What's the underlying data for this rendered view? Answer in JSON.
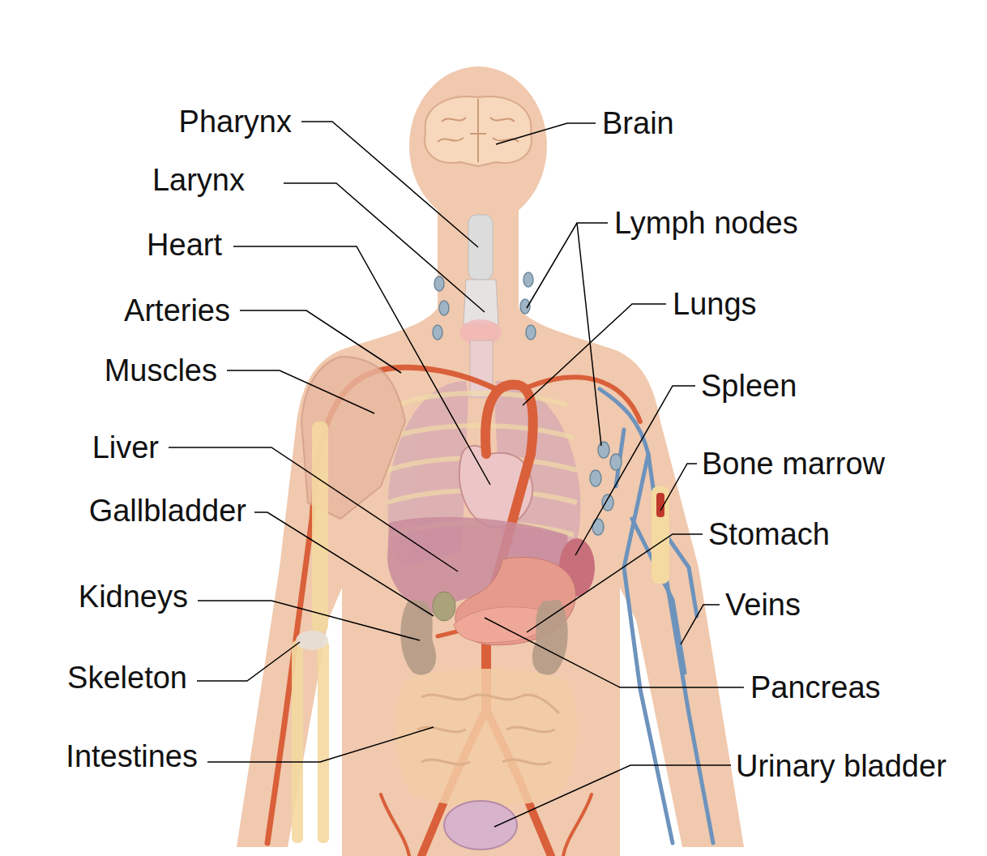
{
  "diagram": {
    "labels": [
      "Pharynx",
      "Brain",
      "Larynx",
      "Lymph nodes",
      "Heart",
      "Lungs",
      "Arteries",
      "Muscles",
      "Spleen",
      "Liver",
      "Bone marrow",
      "Gallbladder",
      "Stomach",
      "Kidneys",
      "Veins",
      "Skeleton",
      "Pancreas",
      "Intestines",
      "Urinary bladder"
    ]
  }
}
